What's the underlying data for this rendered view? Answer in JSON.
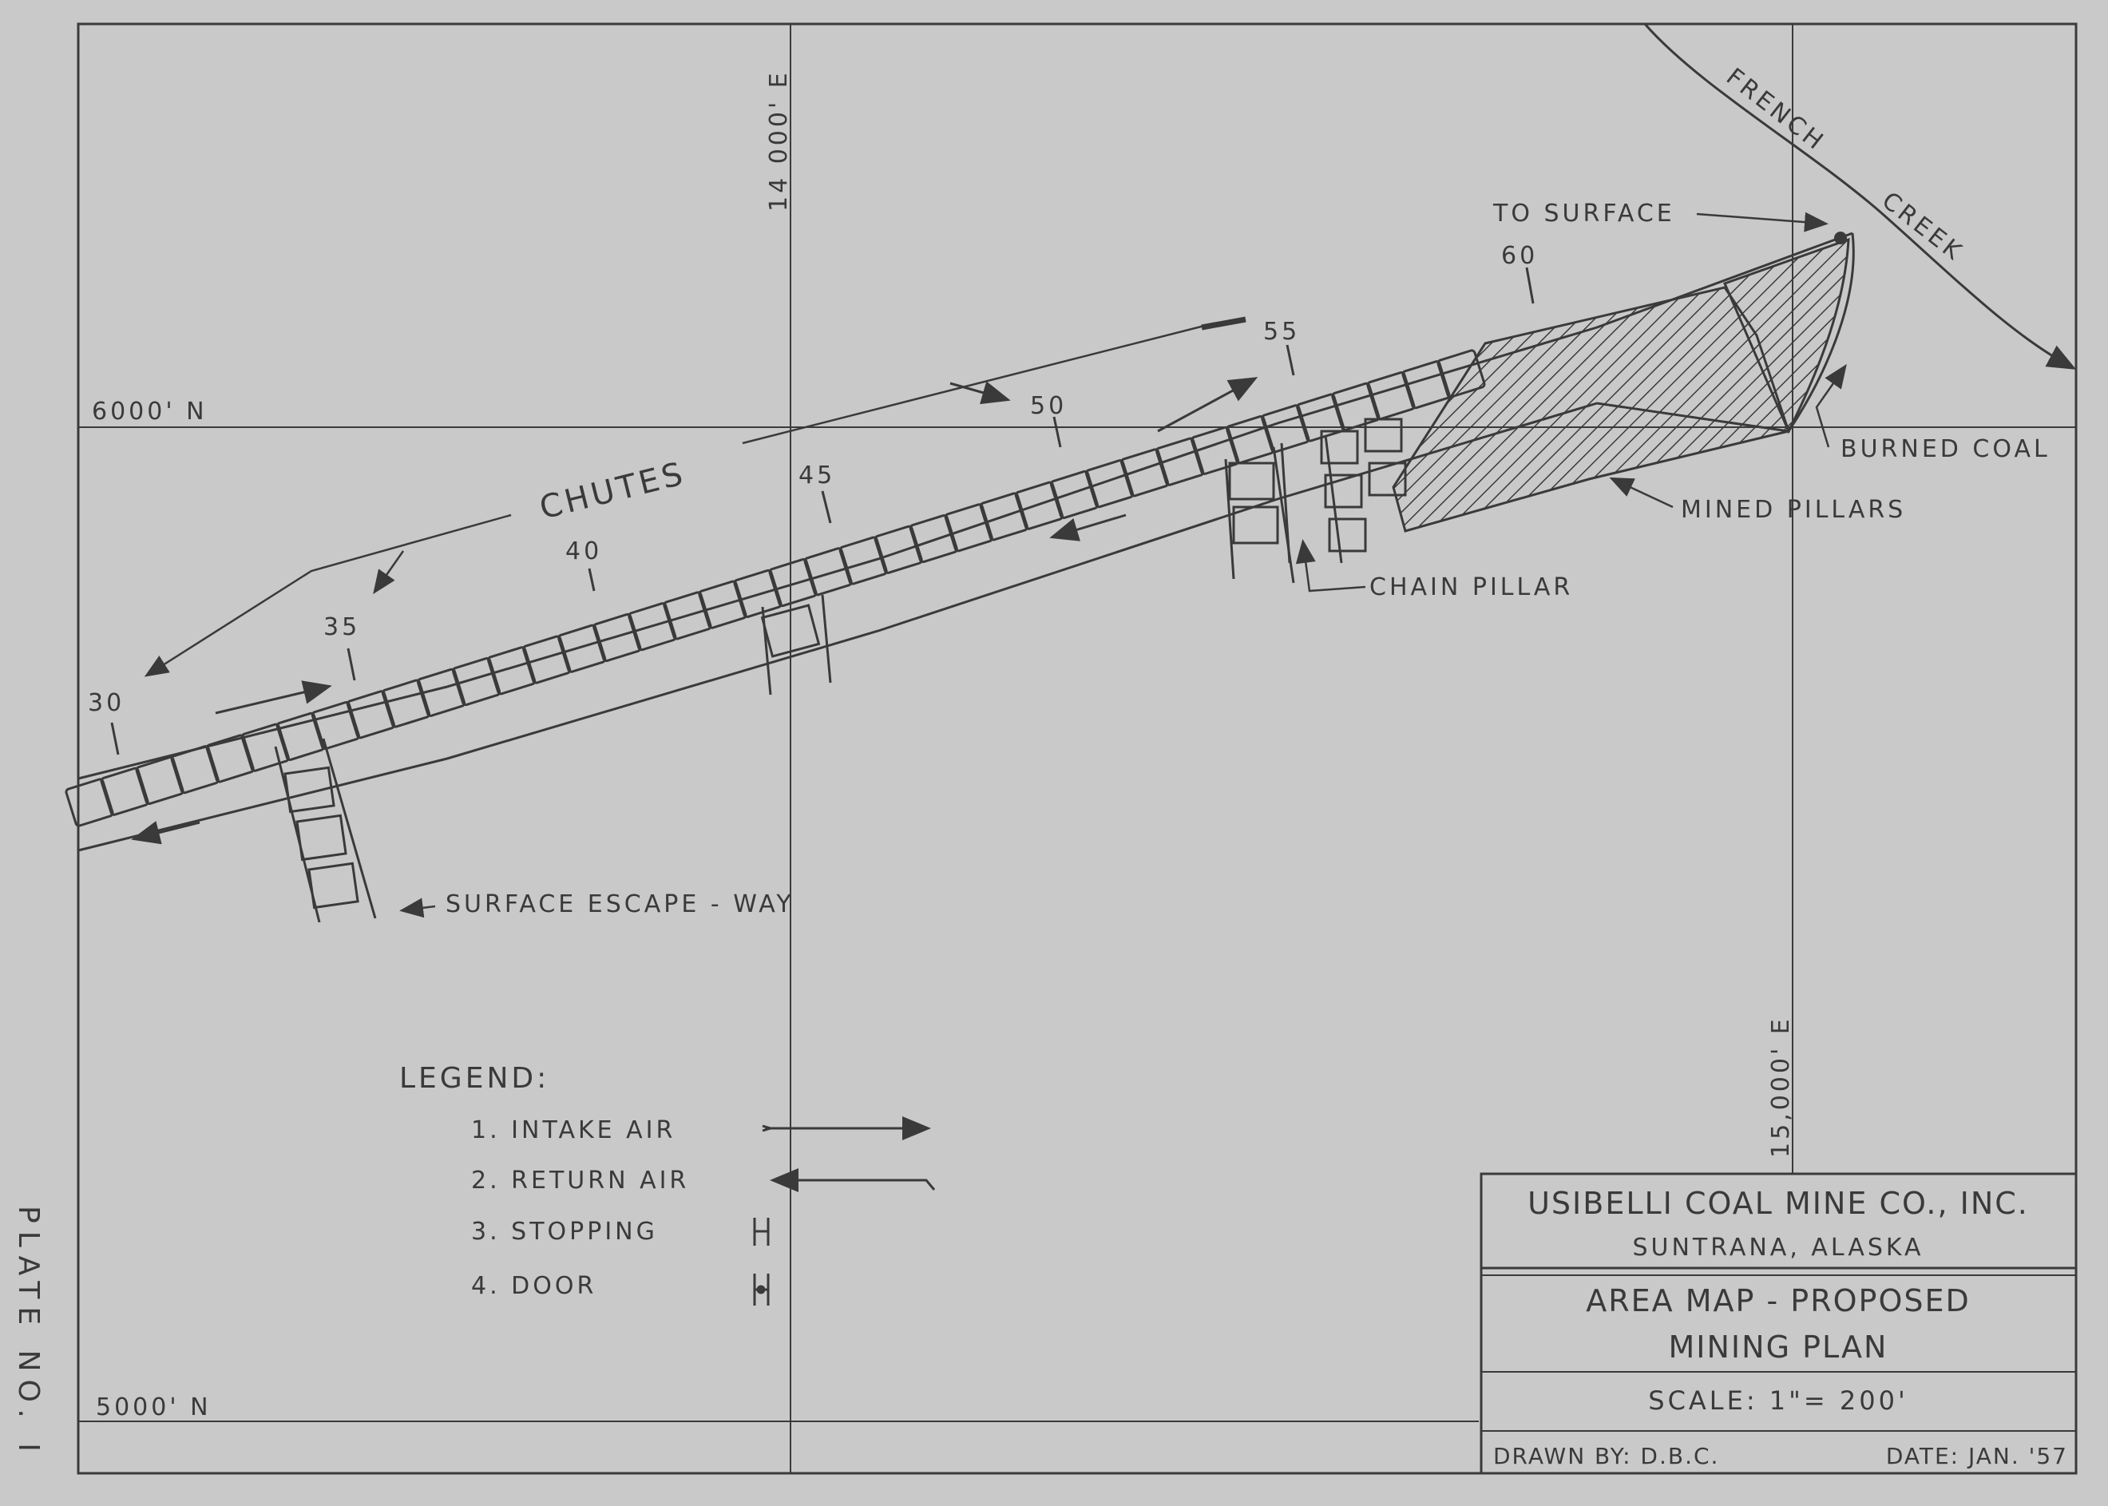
{
  "plate": "PLATE NO. I",
  "grid": {
    "n6000": "6000' N",
    "n5000": "5000' N",
    "e14000": "14 000' E",
    "e15000": "15,000' E"
  },
  "labels": {
    "chutes": "CHUTES",
    "to_surface": "TO SURFACE",
    "french": "FRENCH",
    "creek": "CREEK",
    "burned_coal": "BURNED COAL",
    "mined_pillars": "MINED PILLARS",
    "chain_pillar": "CHAIN PILLAR",
    "escape_way": "SURFACE ESCAPE - WAY"
  },
  "chute_numbers": [
    "30",
    "35",
    "40",
    "45",
    "50",
    "55",
    "60"
  ],
  "legend": {
    "title": "LEGEND:",
    "items": [
      {
        "label": "1. INTAKE AIR",
        "symbol": "intake-air-arrow"
      },
      {
        "label": "2. RETURN AIR",
        "symbol": "return-air-arrow"
      },
      {
        "label": "3. STOPPING",
        "symbol": "stopping-symbol"
      },
      {
        "label": "4. DOOR",
        "symbol": "door-symbol"
      }
    ]
  },
  "title_block": {
    "company": "USIBELLI COAL MINE CO., INC.",
    "location": "SUNTRANA, ALASKA",
    "title_line1": "AREA MAP - PROPOSED",
    "title_line2": "MINING PLAN",
    "scale": "SCALE: 1\"= 200'",
    "drawn": "DRAWN BY: D.B.C.",
    "date": "DATE: JAN. '57"
  },
  "colors": {
    "paper": "#c9c9c9",
    "ink": "#3a3a3a"
  }
}
